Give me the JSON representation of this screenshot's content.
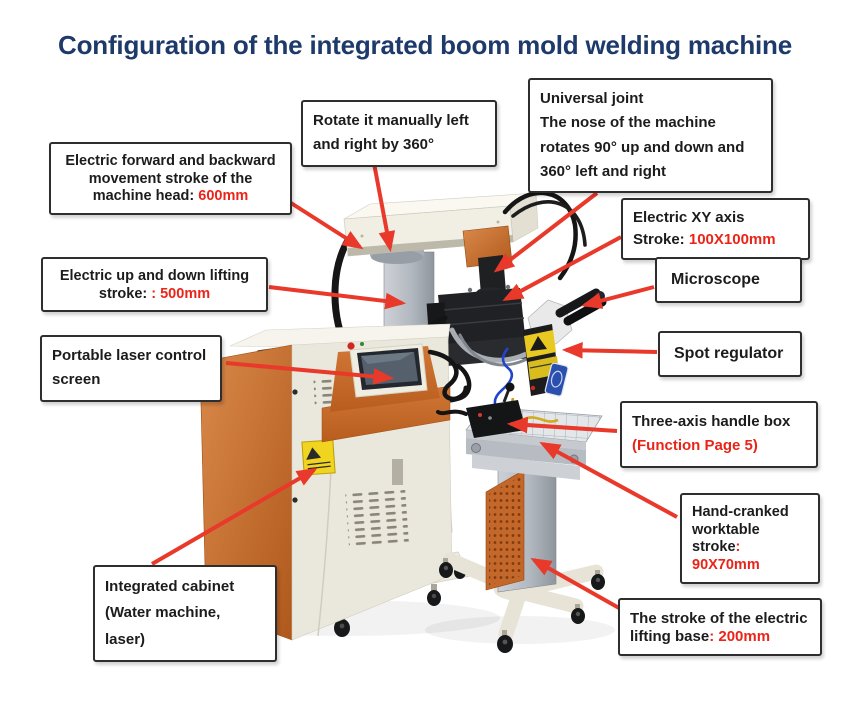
{
  "title": "Configuration of the integrated boom mold welding machine",
  "colors": {
    "title_blue": "#1d3a6b",
    "value_red": "#ea2418",
    "arrow_red": "#e8392b",
    "machine_orange": "#c86c2e",
    "cabinet_cream": "#eae7dc"
  },
  "callouts": {
    "head_stroke": {
      "l1": "Electric forward and backward",
      "l2": "movement stroke of the",
      "l3": "machine head: ",
      "v": "600mm"
    },
    "rotate": {
      "l1": "Rotate it manually left",
      "l2": "and right by 360°"
    },
    "universal": {
      "l1": "Universal joint",
      "l2": "The nose of the machine",
      "l3": "rotates 90° up and down and",
      "l4": "360° left and right"
    },
    "xy": {
      "l1": "Electric XY axis",
      "l2": "Stroke: ",
      "v": "100X100mm"
    },
    "microscope": {
      "label": "Microscope"
    },
    "lifting": {
      "l1": "Electric up and down lifting",
      "l2": "stroke: ",
      "v": ": 500mm"
    },
    "screen": {
      "l1": "Portable laser control",
      "l2": "screen"
    },
    "spot": {
      "label": "Spot regulator"
    },
    "handle": {
      "l1": "Three-axis handle box",
      "v": "(Function Page 5)"
    },
    "worktable": {
      "l1": "Hand-cranked",
      "l2": "worktable",
      "l3": "stroke",
      "v": ": 90X70mm"
    },
    "cabinet": {
      "l1": "Integrated cabinet",
      "l2": "(Water machine,",
      "l3": "laser)"
    },
    "base": {
      "l1": "The stroke of the electric",
      "l2": "lifting base",
      "v": ": 200mm"
    }
  }
}
